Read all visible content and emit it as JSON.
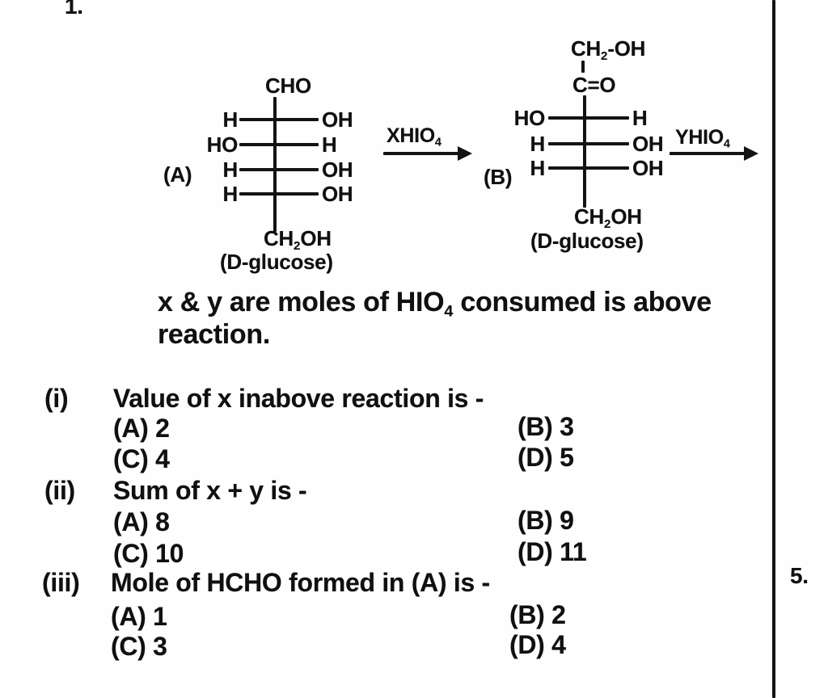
{
  "page": {
    "question_number": "1.",
    "margin_number": "5."
  },
  "reaction": {
    "structure_a": {
      "label": "(A)",
      "top_group": "CHO",
      "rows": [
        {
          "left": "H",
          "right": "OH"
        },
        {
          "left": "HO",
          "right": "H"
        },
        {
          "left": "H",
          "right": "OH"
        },
        {
          "left": "H",
          "right": "OH"
        }
      ],
      "bottom_pre": "CH",
      "bottom_sub": "2",
      "bottom_post": "OH",
      "caption": "(D-glucose)"
    },
    "arrow_x": {
      "pre": "XHIO",
      "sub": "4"
    },
    "structure_b": {
      "label": "(B)",
      "top_pre": "CH",
      "top_sub": "2",
      "top_post": "-OH",
      "carbonyl": "C=O",
      "rows": [
        {
          "left": "HO",
          "right": "H"
        },
        {
          "left": "H",
          "right": "OH"
        },
        {
          "left": "H",
          "right": "OH"
        }
      ],
      "bottom_pre": "CH",
      "bottom_sub": "2",
      "bottom_post": "OH",
      "caption": "(D-glucose)"
    },
    "arrow_y": {
      "pre": "YHIO",
      "sub": "4"
    }
  },
  "statement": {
    "line1_pre": "x & y are moles of HIO",
    "line1_sub": "4",
    "line1_post": " consumed is above",
    "line2": "reaction."
  },
  "questions": [
    {
      "number": "(i)",
      "text": "Value of x inabove reaction is -",
      "options": [
        "(A) 2",
        "(B) 3",
        "(C) 4",
        "(D) 5"
      ]
    },
    {
      "number": "(ii)",
      "text": "Sum of x + y is -",
      "options": [
        "(A) 8",
        "(B) 9",
        "(C) 10",
        "(D) 11"
      ]
    },
    {
      "number": "(iii)",
      "text": "Mole of HCHO formed in (A) is -",
      "options": [
        "(A) 1",
        "(B) 2",
        "(C) 3",
        "(D) 4"
      ]
    }
  ]
}
